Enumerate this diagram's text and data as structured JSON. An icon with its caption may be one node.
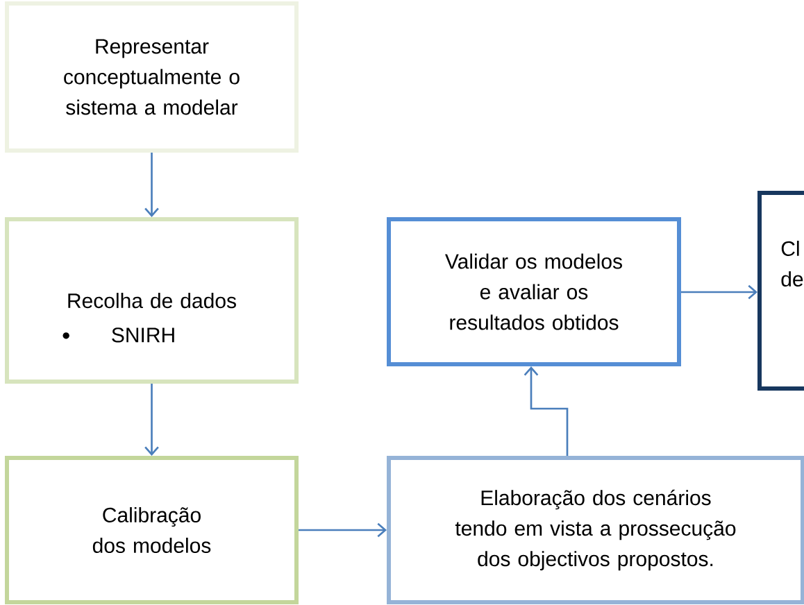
{
  "diagram": {
    "nodes": [
      {
        "text": [
          "Representar conceptualmente o sistema a modelar"
        ]
      },
      {
        "text": [
          "Recolha de dados",
          "SNIRH"
        ]
      },
      {
        "text": [
          "Calibração dos modelos"
        ]
      },
      {
        "text": [
          "Validar os modelos e avaliar os resultados obtidos"
        ]
      },
      {
        "text": [
          "Elaboração dos cenários tendo em vista a prossecução dos objectivos propostos."
        ]
      },
      {
        "text": [
          "Cl de"
        ]
      }
    ],
    "edges": [
      {
        "from": 0,
        "to": 1,
        "arrow": "to"
      },
      {
        "from": 1,
        "to": 2,
        "arrow": "to"
      },
      {
        "from": 2,
        "to": 4,
        "arrow": "to"
      },
      {
        "from": 4,
        "to": 3,
        "arrow": "to"
      },
      {
        "from": 3,
        "to": 5,
        "arrow": "to"
      }
    ]
  }
}
